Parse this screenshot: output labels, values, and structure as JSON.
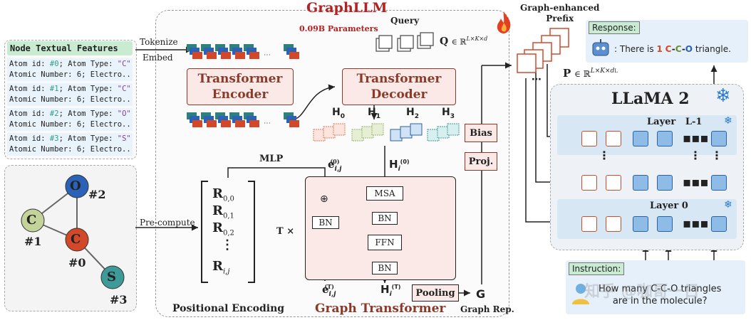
{
  "title": "GraphLLM",
  "params": "0.09B Parameters",
  "node_features": {
    "title": "Node Textual Features",
    "items": [
      {
        "id_label": "Atom id: ",
        "id": "#0",
        "type_label": "; Atom Type: ",
        "type": "\"C\"",
        "line2": "Atomic Number: 6; Electro..."
      },
      {
        "id_label": "Atom id: ",
        "id": "#1",
        "type_label": "; Atom Type: ",
        "type": "\"C\"",
        "line2": "Atomic Number: 6; Electro..."
      },
      {
        "id_label": "Atom id: ",
        "id": "#2",
        "type_label": "; Atom Type: ",
        "type": "\"O\"",
        "line2": "Atomic Number: 6; Electro..."
      },
      {
        "id_label": "Atom id: ",
        "id": "#3",
        "type_label": "; Atom Type: ",
        "type": "\"S\"",
        "line2": "Atomic Number: 6; Electro..."
      }
    ]
  },
  "molecule": {
    "nodes": [
      {
        "letter": "O",
        "tag": "#2",
        "color": "#2a62b8"
      },
      {
        "letter": "C",
        "tag": "#1",
        "color": "#c3d39a"
      },
      {
        "letter": "C",
        "tag": "#0",
        "color": "#d4482a"
      },
      {
        "letter": "S",
        "tag": "#3",
        "color": "#3d9a98"
      }
    ]
  },
  "labels": {
    "tokenize": "Tokenize",
    "embed": "Embed",
    "encoder_line1": "Transformer",
    "encoder_line2": "Encoder",
    "decoder_line1": "Transformer",
    "decoder_line2": "Decoder",
    "query": "Query",
    "q_formula_main": "Q",
    "q_formula_rest": "∈ ℝ",
    "q_formula_sup": "L×K×d",
    "h0": "H",
    "h_subs": [
      "0",
      "1",
      "2",
      "3"
    ],
    "bias": "Bias",
    "proj": "Proj.",
    "mlp": "MLP",
    "e_top": "e",
    "e_top_sub": "i,j",
    "e_top_sup": "(0)",
    "h_top": "H",
    "h_top_sub": "i",
    "h_top_sup": "(0)",
    "precompute": "Pre-compute",
    "pos_enc_title": "Positional Encoding",
    "r00": "R",
    "r00_sub": "0,0",
    "r01_sub": "0,1",
    "r02_sub": "0,2",
    "rij_sub": "i,j",
    "vdots": "⋮",
    "t_times": "T ×",
    "msa": "MSA",
    "bn": "BN",
    "ffn": "FFN",
    "pooling": "Pooling",
    "g": "G",
    "graph_rep": "Graph Rep.",
    "graph_transformer": "Graph Transformer",
    "e_bot_sup": "(T)",
    "h_bot_sup": "(T)",
    "prefix_line1": "Graph-enhanced",
    "prefix_line2": "Prefix",
    "p_formula_main": "P",
    "p_formula_rest": "∈ ℝ",
    "p_formula_sup": "L×K×d",
    "p_formula_sup2": "L",
    "llama": "LLaMA 2",
    "layer_top": "Layer   L-1",
    "layer_bottom": "Layer 0",
    "response_tag": "Response:",
    "response_text_pre": ": There is ",
    "response_num": "1",
    "response_c1": "C",
    "response_dash1": "-",
    "response_c2": "C",
    "response_dash2": "-",
    "response_o": "O",
    "response_text_post": " triangle.",
    "instruction_tag": "Instruction:",
    "instruction_line1": "How many C-C-O triangles",
    "instruction_line2": "are in the molecule?",
    "watermark": "知乎 @咖哥一日"
  },
  "colors": {
    "accent_red": "#b22222",
    "transformer_box": "#fbe9e7",
    "transformer_border": "#8b3a2a",
    "teal_id": "#2e9e8a",
    "purple_type": "#8a3f9f"
  }
}
